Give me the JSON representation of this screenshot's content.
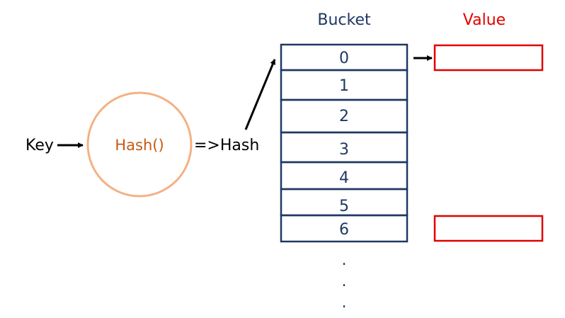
{
  "input": {
    "key_label": "Key"
  },
  "hash_function": {
    "label": "Hash()"
  },
  "output": {
    "hash_label": "=>Hash"
  },
  "bucket": {
    "title": "Bucket",
    "rows": [
      "0",
      "1",
      "2",
      "3",
      "4",
      "5",
      "6"
    ],
    "continuation": [
      ".",
      ".",
      "."
    ]
  },
  "value": {
    "title": "Value"
  },
  "colors": {
    "text": "#000000",
    "bucket_border": "#1f3864",
    "bucket_text": "#1f3864",
    "hash_circle": "#f4b183",
    "hash_text": "#c55a11",
    "value_border": "#e00000",
    "value_title": "#e00000",
    "arrow": "#000000"
  }
}
